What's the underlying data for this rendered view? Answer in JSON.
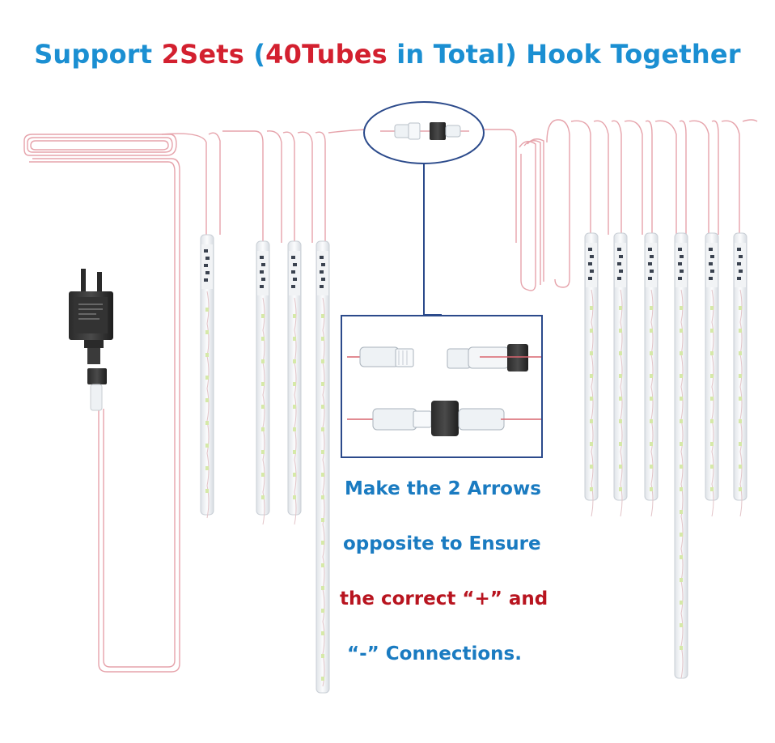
{
  "title": {
    "part1": "Support ",
    "part2": "2Sets",
    "part3": " (",
    "part4": "40Tubes",
    "part5": " in Total) Hook Together"
  },
  "caption": {
    "line1": "Make the 2 Arrows",
    "line2": "opposite to Ensure",
    "line3": "the correct “+” and",
    "line4": "“-” Connections."
  },
  "colors": {
    "blue": "#1b8fd2",
    "red": "#d3202f",
    "dark_red": "#b8141f",
    "caption_blue": "#1a7bc1",
    "wire": "#e6a3ab",
    "ellipse": "#2b4a8b"
  },
  "icons": [
    "power-adapter-icon",
    "led-meteor-tube-icon",
    "connector-icon"
  ]
}
